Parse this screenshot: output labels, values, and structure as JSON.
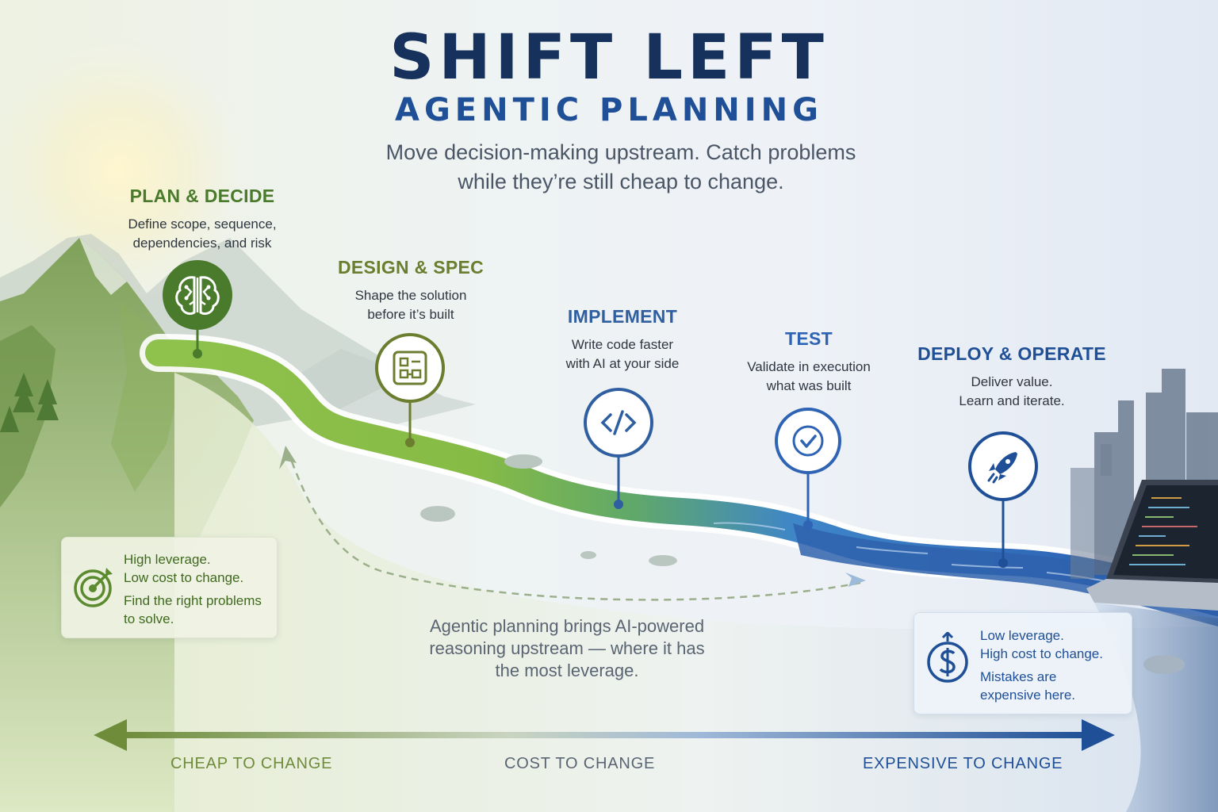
{
  "header": {
    "title": "SHIFT LEFT",
    "subtitle": "AGENTIC PLANNING",
    "tagline_lines": [
      "Move decision-making upstream. Catch problems",
      "while they’re still cheap to change."
    ]
  },
  "stages": [
    {
      "title": "PLAN & DECIDE",
      "desc": [
        "Define scope, sequence,",
        "dependencies, and risk"
      ],
      "icon": "brain-icon",
      "color": "#4a7a2c"
    },
    {
      "title": "DESIGN & SPEC",
      "desc": [
        "Shape the solution",
        "before it’s built"
      ],
      "icon": "blueprint-icon",
      "color": "#6b7d2e"
    },
    {
      "title": "IMPLEMENT",
      "desc": [
        "Write code faster",
        "with AI at your side"
      ],
      "icon": "code-icon",
      "color": "#2f5fa0"
    },
    {
      "title": "TEST",
      "desc": [
        "Validate in execution",
        "what was built"
      ],
      "icon": "checkmark-icon",
      "color": "#2f63b3"
    },
    {
      "title": "DEPLOY & OPERATE",
      "desc": [
        "Deliver value.",
        "Learn and iterate."
      ],
      "icon": "rocket-icon",
      "color": "#1f4f96"
    }
  ],
  "left_note": {
    "icon": "target-icon",
    "lines_a": [
      "High leverage.",
      "Low cost to change."
    ],
    "lines_b": [
      "Find the right problems",
      "to solve."
    ]
  },
  "right_note": {
    "icon": "dollar-icon",
    "lines_a": [
      "Low leverage.",
      "High cost to change."
    ],
    "lines_b": [
      "Mistakes are",
      "expensive here."
    ]
  },
  "center_note_lines": [
    "Agentic planning brings AI-powered",
    "reasoning upstream — where it has",
    "the most leverage."
  ],
  "axis": {
    "left_label": "CHEAP TO CHANGE",
    "middle_label": "COST TO CHANGE",
    "right_label": "EXPENSIVE TO CHANGE"
  },
  "colors": {
    "navy": "#16325c",
    "blue": "#1f4f96",
    "green": "#4a7a2c",
    "olive": "#6b7d2e",
    "axis_green": "#6e8c3a",
    "axis_blue": "#1f4f96"
  }
}
